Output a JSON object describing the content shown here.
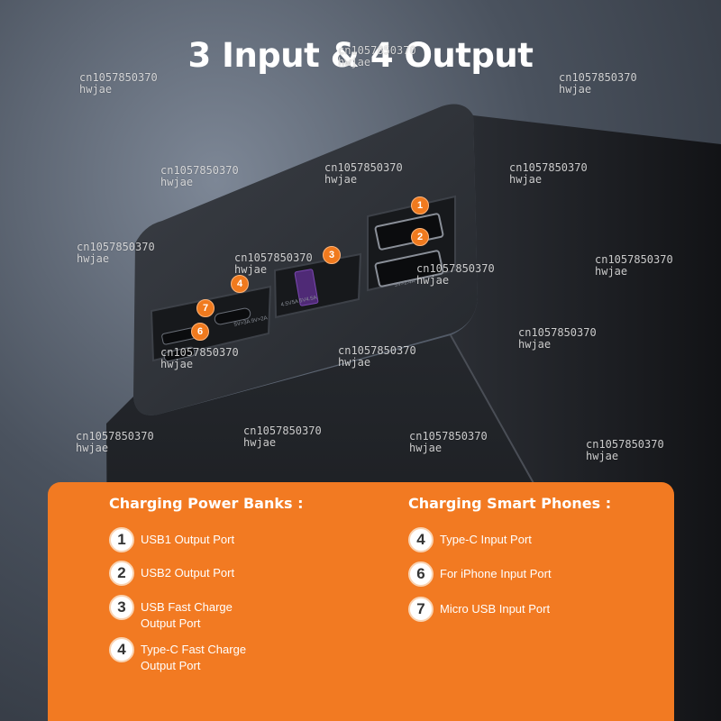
{
  "headline": "3 Input & 4 Output",
  "device": {
    "callouts": [
      "1",
      "2",
      "3",
      "4",
      "7",
      "6"
    ]
  },
  "panel": {
    "left_title": "Charging Power Banks :",
    "right_title": "Charging Smart Phones :",
    "left_items": [
      {
        "num": "1",
        "text": "USB1 Output Port"
      },
      {
        "num": "2",
        "text": "USB2 Output Port"
      },
      {
        "num": "3",
        "text": "USB Fast Charge\nOutput Port"
      },
      {
        "num": "4",
        "text": "Type-C Fast Charge\nOutput Port"
      }
    ],
    "right_items": [
      {
        "num": "4",
        "text": "Type-C Input Port"
      },
      {
        "num": "6",
        "text": "For iPhone Input Port"
      },
      {
        "num": "7",
        "text": "Micro USB Input Port"
      }
    ]
  },
  "watermark": {
    "line1": "cn1057850370",
    "line2": "hwjae"
  },
  "colors": {
    "panel": "#f27a22",
    "callout": "#f07a1e",
    "device": "#1e2126"
  }
}
